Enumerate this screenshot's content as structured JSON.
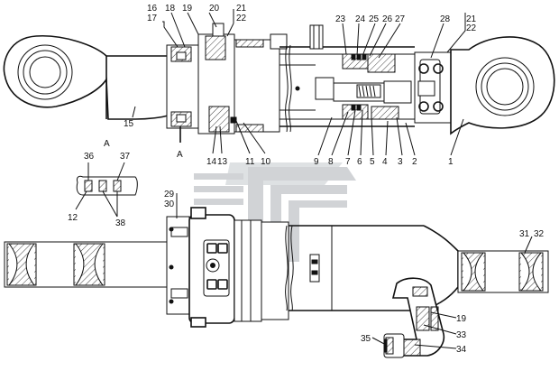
{
  "callouts": {
    "c1": "1",
    "c2": "2",
    "c3": "3",
    "c4": "4",
    "c5": "5",
    "c6": "6",
    "c7": "7",
    "c8": "8",
    "c9": "9",
    "c10": "10",
    "c11": "11",
    "c12": "12",
    "c13": "13",
    "c14": "14",
    "c15": "15",
    "c16": "16",
    "c17": "17",
    "c18": "18",
    "c19": "19",
    "c19b": "19",
    "c20": "20",
    "c21": "21",
    "c22": "22",
    "c21b": "21",
    "c22b": "22",
    "c23": "23",
    "c24": "24",
    "c25": "25",
    "c26": "26",
    "c27": "27",
    "c28": "28",
    "c29": "29",
    "c30": "30",
    "c31": "31",
    "c32": "32",
    "c33": "33",
    "c34": "34",
    "c35": "35",
    "c36": "36",
    "c37": "37",
    "c38": "38"
  },
  "section_marks": {
    "a_left": "A",
    "a_detail": "A"
  },
  "watermark": {
    "color_stripes": "#c9ccd0",
    "color_bg": "#e6e8ea"
  }
}
